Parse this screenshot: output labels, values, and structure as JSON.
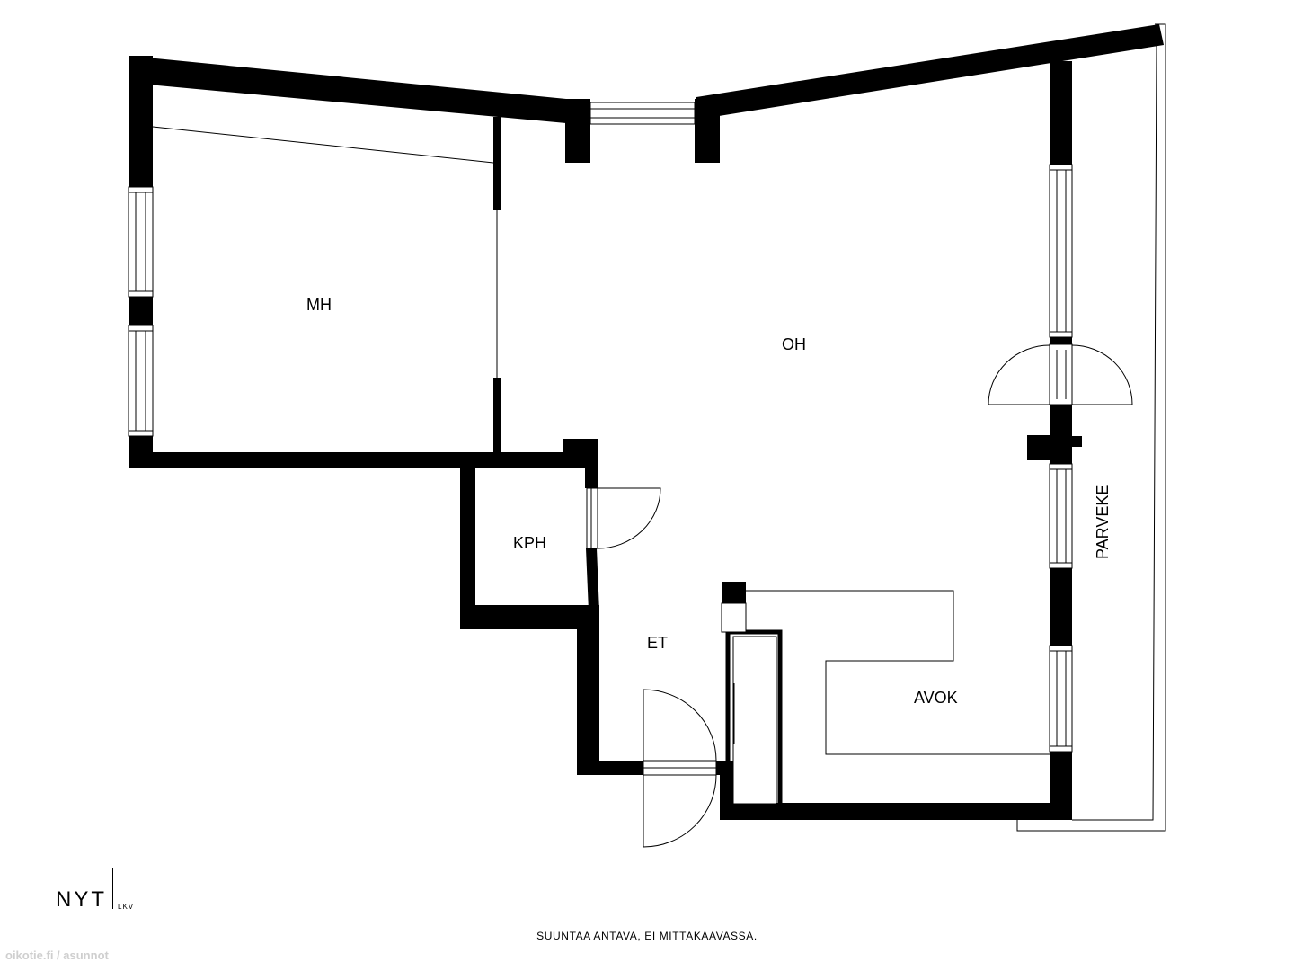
{
  "rooms": {
    "mh": "MH",
    "oh": "OH",
    "kph": "KPH",
    "et": "ET",
    "avok": "AVOK",
    "parveke": "PARVEKE"
  },
  "logo": {
    "name": "NYT",
    "suffix": "LKV"
  },
  "caption": "SUUNTAA ANTAVA, EI MITTAKAAVASSA.",
  "watermark": "oikotie.fi / asunnot",
  "colors": {
    "wall": "#000000",
    "background": "#ffffff"
  }
}
